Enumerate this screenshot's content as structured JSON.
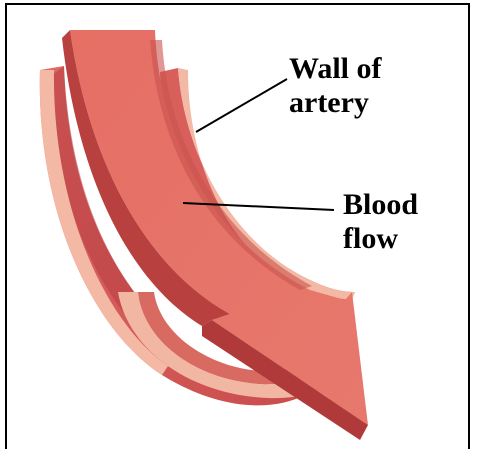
{
  "labels": {
    "wall_line1": "Wall of",
    "wall_line2": "artery",
    "blood_line1": "Blood",
    "blood_line2": "flow"
  },
  "colors": {
    "arrow_main": "#e56f66",
    "arrow_dark": "#c24a48",
    "wall_outer": "#d75a57",
    "wall_inner": "#f2b7a2",
    "wall_shadow": "#b83c40",
    "leader_line": "#000000"
  }
}
